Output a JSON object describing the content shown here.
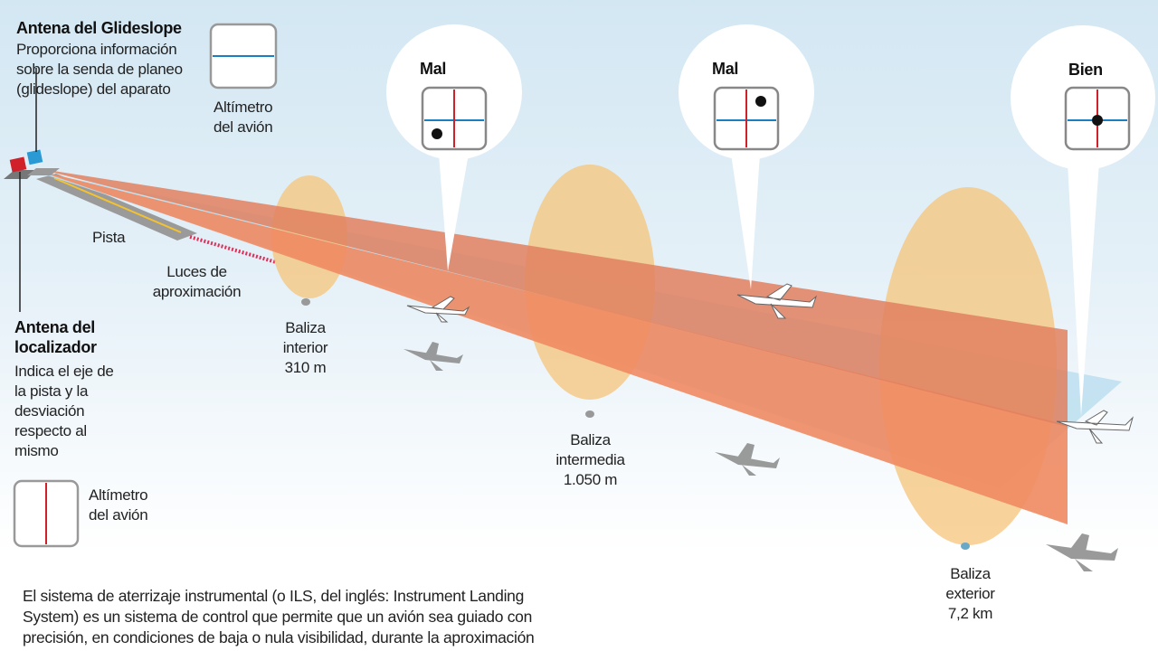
{
  "glideslope": {
    "title": "Antena del Glideslope",
    "desc": "Proporciona información sobre la senda de planeo (glideslope) del aparato",
    "altimeter_label": "Altímetro del avión"
  },
  "localizer": {
    "title": "Antena del localizador",
    "desc": "Indica el eje de la pista y la desviación respecto al mismo",
    "altimeter_label": "Altímetro del avión"
  },
  "runway_label": "Pista",
  "lights_label": "Luces de aproximación",
  "beacons": [
    {
      "name": "Baliza interior",
      "distance": "310 m"
    },
    {
      "name": "Baliza intermedia",
      "distance": "1.050 m"
    },
    {
      "name": "Baliza exterior",
      "distance": "7,2 km"
    }
  ],
  "callouts": [
    {
      "label": "Mal"
    },
    {
      "label": "Mal"
    },
    {
      "label": "Bien"
    }
  ],
  "description": "El sistema de aterrizaje instrumental (o ILS, del inglés: Instrument Landing System) es un sistema de control que permite que un avión sea guiado con precisión, en condiciones de baja o nula visibilidad, durante la aproximación",
  "colors": {
    "glideslope": "#ef8a62",
    "localizer": "#bfe0ef",
    "beacon": "#f5c47a",
    "needle_red": "#d0202a",
    "needle_blue": "#1a7fc0"
  }
}
